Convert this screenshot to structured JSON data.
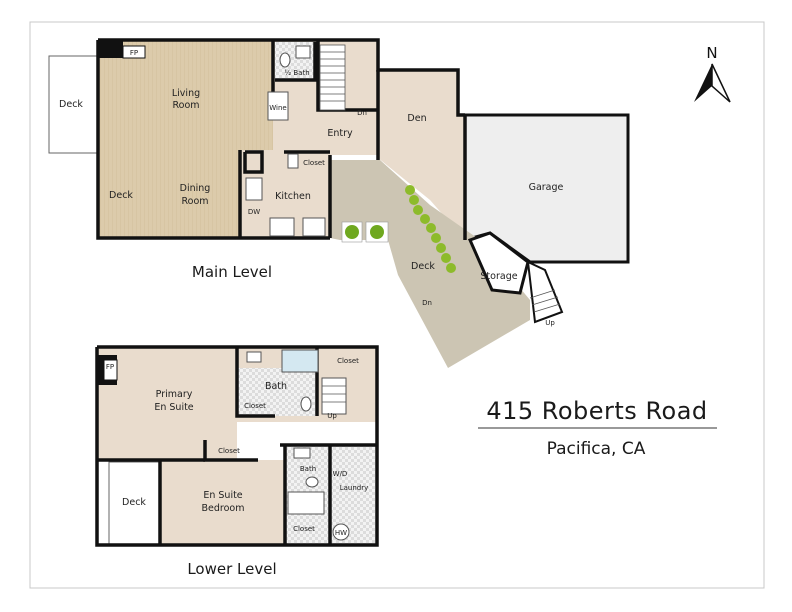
{
  "compass": {
    "label": "N"
  },
  "main_level": {
    "title": "Main Level",
    "rooms": {
      "deck_west": "Deck",
      "living_room_1": "Living",
      "living_room_2": "Room",
      "fireplace": "FP",
      "half_bath": "½ Bath",
      "wine": "Wine",
      "stairs_dn": "Dn",
      "entry": "Entry",
      "closet": "Closet",
      "den": "Den",
      "garage": "Garage",
      "deck_sw": "Deck",
      "dining_room_1": "Dining",
      "dining_room_2": "Room",
      "kitchen": "Kitchen",
      "dishwasher": "DW",
      "deck_main": "Deck",
      "deck_dn": "Dn",
      "storage": "Storage",
      "stairs_up": "Up"
    }
  },
  "lower_level": {
    "title": "Lower Level",
    "rooms": {
      "fireplace": "FP",
      "primary_1": "Primary",
      "primary_2": "En Suite",
      "bath": "Bath",
      "closet_bath": "Closet",
      "closet_top": "Closet",
      "stairs_up": "Up",
      "closet_mid": "Closet",
      "deck": "Deck",
      "ensuite_1": "En Suite",
      "ensuite_2": "Bedroom",
      "bath2": "Bath",
      "washer_dryer": "W/D",
      "laundry": "Laundry",
      "closet_bed": "Closet",
      "water_heater": "HW"
    }
  },
  "address": {
    "street": "415 Roberts Road",
    "city": "Pacifica, CA"
  },
  "colors": {
    "wood": "#dccbab",
    "carpet": "#e9dccd",
    "deck": "#ccc5b3",
    "garage": "#eeeeee",
    "wall": "#111111",
    "tile": "#f4f4f4"
  }
}
